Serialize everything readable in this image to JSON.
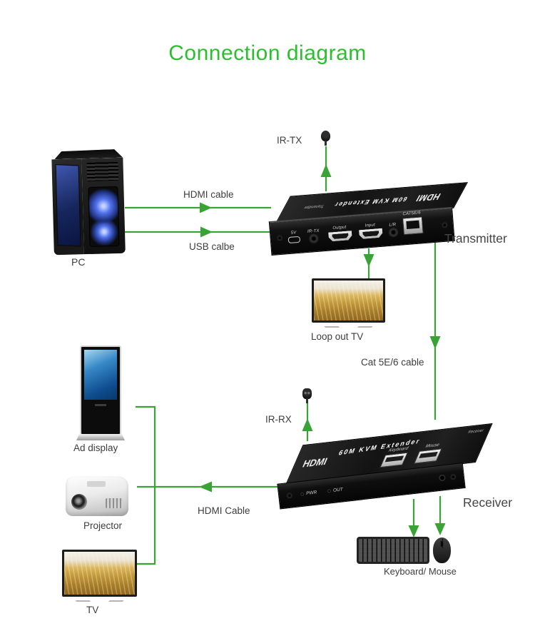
{
  "title": "Connection diagram",
  "colors": {
    "title": "#2cbe2f",
    "line": "#3aa335"
  },
  "labels": {
    "pc": "PC",
    "hdmi_cable_top": "HDMI cable",
    "usb_cable": "USB calbe",
    "ir_tx": "IR-TX",
    "transmitter": "Transmitter",
    "loop_out_tv": "Loop out TV",
    "cat_cable": "Cat 5E/6 cable",
    "ir_rx": "IR-RX",
    "receiver": "Receiver",
    "ad_display": "Ad display",
    "hdmi_cable_bottom": "HDMI Cable",
    "projector": "Projector",
    "tv": "TV",
    "keyboard_mouse": "Keyboard/ Mouse"
  },
  "devices": {
    "transmitter": {
      "brand": "HDMI",
      "model": "60M KVM Extender",
      "role": "Transmitter",
      "ports": [
        "5V",
        "IR-TX",
        "Output",
        "Input",
        "L/R",
        "CAT5E/6"
      ]
    },
    "receiver": {
      "brand": "HDMI",
      "model": "60M KVM Extender",
      "role": "Receiver",
      "usb_ports": [
        "Keyboard",
        "Mouse"
      ],
      "front_labels": [
        "PWR",
        "OUT"
      ]
    }
  }
}
